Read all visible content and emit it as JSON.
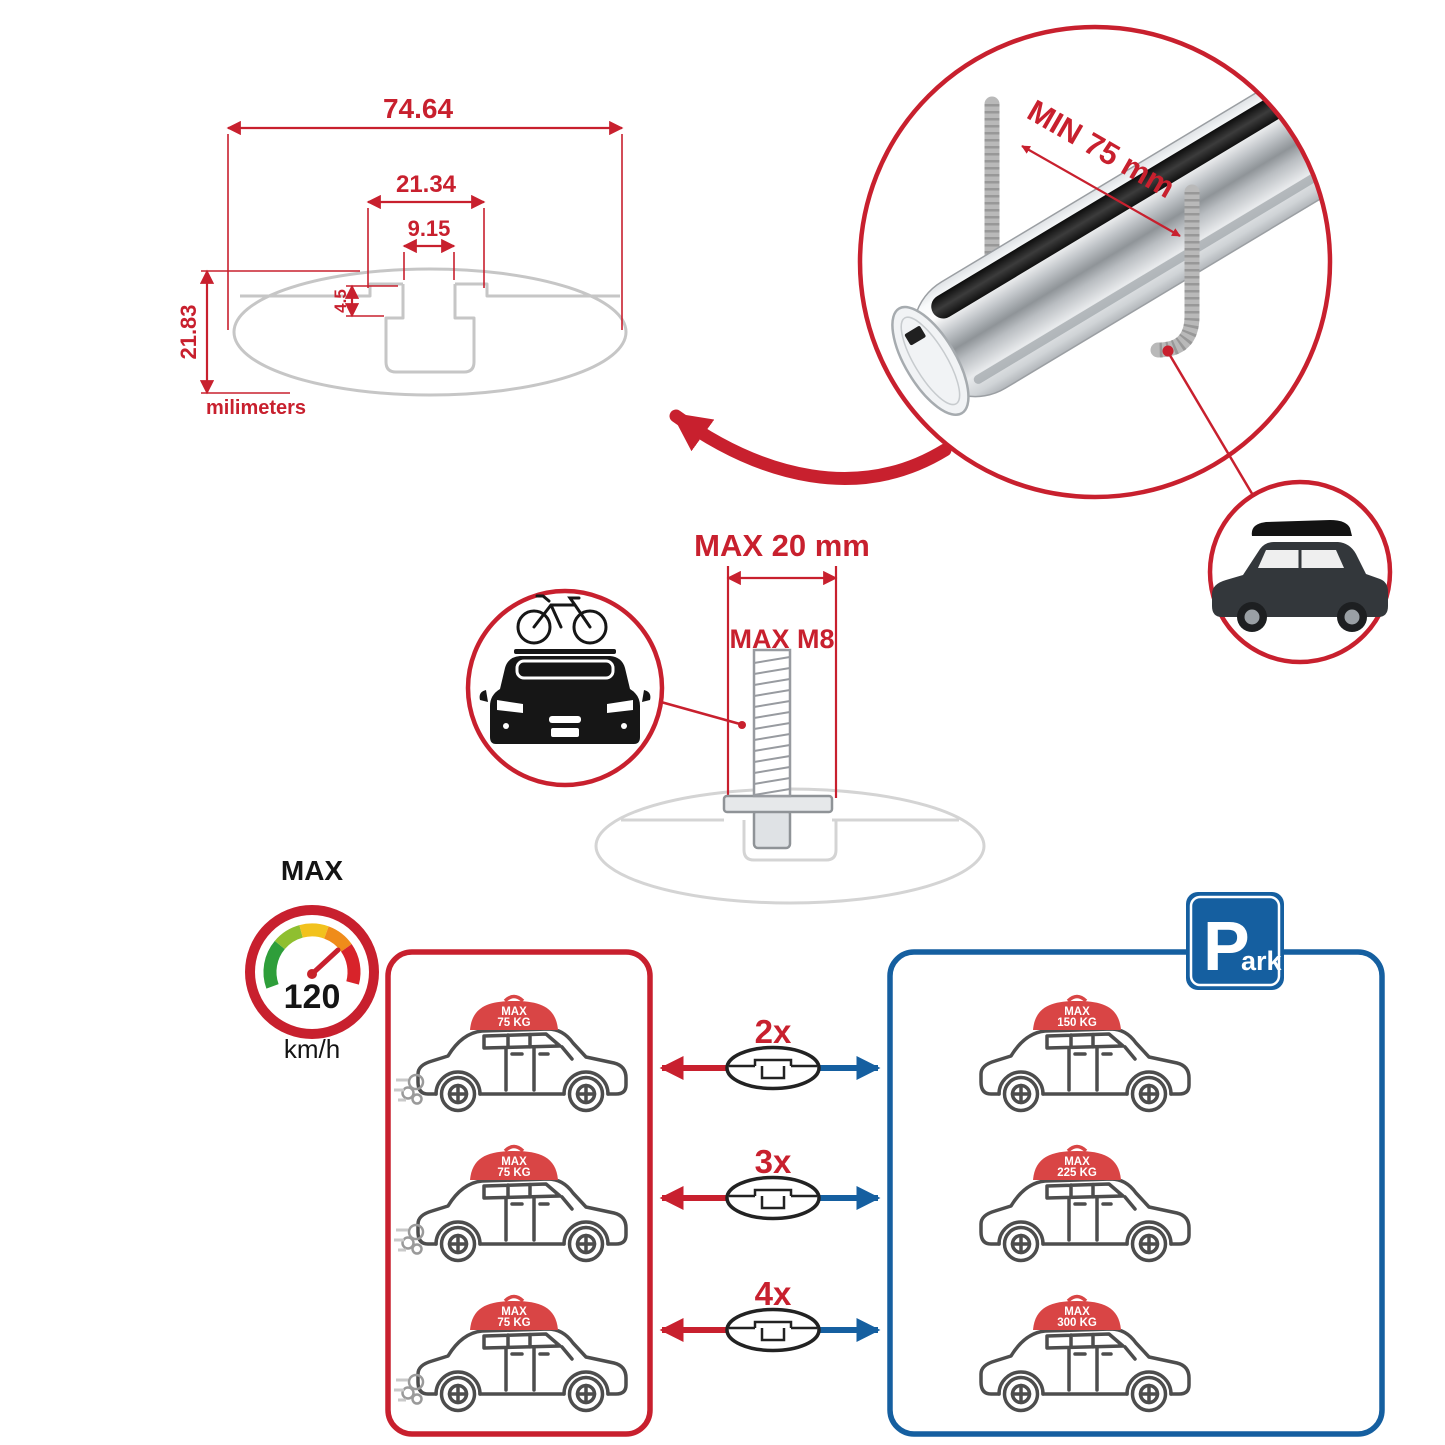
{
  "colors": {
    "accent_red": "#c8202e",
    "park_blue": "#155fa0",
    "drawing_gray": "#c6c6c6",
    "metal_gray": "#9aa0a5",
    "car_outline": "#4d4d4d"
  },
  "profile_dimensions": {
    "total_width": "74.64",
    "channel_width": "21.34",
    "slot_width": "9.15",
    "lip_depth": "4.5",
    "total_height": "21.83",
    "units_label": "milimeters"
  },
  "bar_detail": {
    "min_spacing_label": "MIN 75 mm"
  },
  "bolt_detail": {
    "max_width_label": "MAX 20 mm",
    "max_thread_label": "MAX M8"
  },
  "speed_limit": {
    "label": "MAX",
    "value": "120",
    "unit": "km/h"
  },
  "park_sign": {
    "letter": "P",
    "suffix": "ark"
  },
  "capacity": {
    "multipliers": [
      "2x",
      "3x",
      "4x"
    ],
    "left_cars": [
      {
        "line1": "MAX",
        "line2": "75 KG"
      },
      {
        "line1": "MAX",
        "line2": "75 KG"
      },
      {
        "line1": "MAX",
        "line2": "75 KG"
      }
    ],
    "right_cars": [
      {
        "line1": "MAX",
        "line2": "150 KG"
      },
      {
        "line1": "MAX",
        "line2": "225 KG"
      },
      {
        "line1": "MAX",
        "line2": "300 KG"
      }
    ]
  }
}
